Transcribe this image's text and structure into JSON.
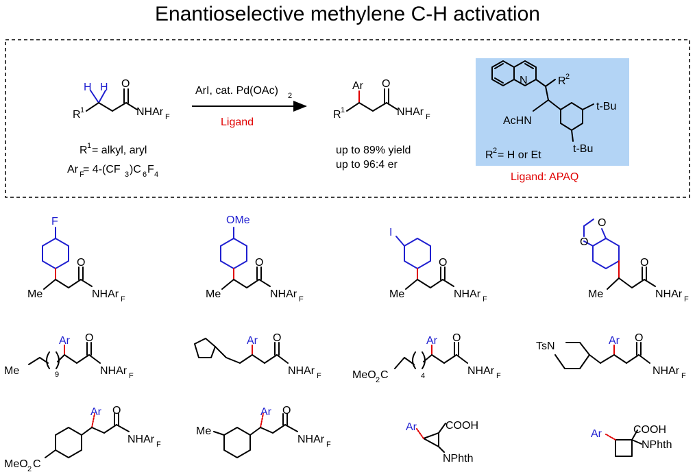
{
  "title": "Enantioselective methylene C-H activation",
  "scheme": {
    "substrate": {
      "h1": "H",
      "h2": "H",
      "r": "R",
      "r_sup": "1",
      "amide": "NHAr",
      "amide_sub": "F",
      "o": "O"
    },
    "conditions": {
      "reagent1": "ArI, cat. Pd(OAc)",
      "reagent1_sub": "2",
      "ligand": "Ligand"
    },
    "defs": {
      "r1_prefix": "R",
      "r1_sup": "1",
      "r1_def": "= alkyl, aryl",
      "arf_prefix": "Ar",
      "arf_sub": "F",
      "arf_def_1": " = 4-(CF",
      "arf_sub2": "3",
      "arf_def_2": ")C",
      "arf_sub3": "6",
      "arf_def_3": "F",
      "arf_sub4": "4"
    },
    "product": {
      "ar": "Ar",
      "r": "R",
      "r_sup": "1",
      "amide": "NHAr",
      "amide_sub": "F",
      "o": "O"
    },
    "results": {
      "yield": "up to 89% yield",
      "er": "up to 96:4 er"
    },
    "ligand_box": {
      "n": "N",
      "r2": "R",
      "r2_sup": "2",
      "tbu1": "t-Bu",
      "tbu2": "t-Bu",
      "achn": "AcHN",
      "r2_def_prefix": "R",
      "r2_def_sup": "2",
      "r2_def": " = H or Et",
      "caption": "Ligand: APAQ",
      "bg": "#b3d4f5"
    }
  },
  "examples": {
    "row1": [
      {
        "sub": "F",
        "me": "Me",
        "amide": "NHAr",
        "amide_sub": "F",
        "o": "O"
      },
      {
        "sub": "OMe",
        "me": "Me",
        "amide": "NHAr",
        "amide_sub": "F",
        "o": "O"
      },
      {
        "sub": "I",
        "me": "Me",
        "amide": "NHAr",
        "amide_sub": "F",
        "o": "O"
      },
      {
        "o1": "O",
        "o2": "O",
        "me": "Me",
        "amide": "NHAr",
        "amide_sub": "F",
        "o": "O"
      }
    ],
    "row2": [
      {
        "me": "Me",
        "n": "9",
        "ar": "Ar",
        "amide": "NHAr",
        "amide_sub": "F",
        "o": "O"
      },
      {
        "ar": "Ar",
        "amide": "NHAr",
        "amide_sub": "F",
        "o": "O"
      },
      {
        "meo2c": "MeO",
        "meo2c_sub": "2",
        "meo2c_c": "C",
        "n": "4",
        "ar": "Ar",
        "amide": "NHAr",
        "amide_sub": "F",
        "o": "O"
      },
      {
        "ts": "TsN",
        "ar": "Ar",
        "amide": "NHAr",
        "amide_sub": "F",
        "o": "O"
      }
    ],
    "row3": [
      {
        "meo2c": "MeO",
        "meo2c_sub": "2",
        "meo2c_c": "C",
        "ar": "Ar",
        "amide": "NHAr",
        "amide_sub": "F",
        "o": "O"
      },
      {
        "me": "Me",
        "ar": "Ar",
        "amide": "NHAr",
        "amide_sub": "F",
        "o": "O"
      },
      {
        "ar": "Ar",
        "cooh": "COOH",
        "nphth": "NPhth"
      },
      {
        "ar": "Ar",
        "cooh": "COOH",
        "nphth": "NPhth"
      }
    ]
  },
  "colors": {
    "blue": "#1f1fd0",
    "red": "#e00000",
    "box_bg": "#b3d4f5"
  }
}
